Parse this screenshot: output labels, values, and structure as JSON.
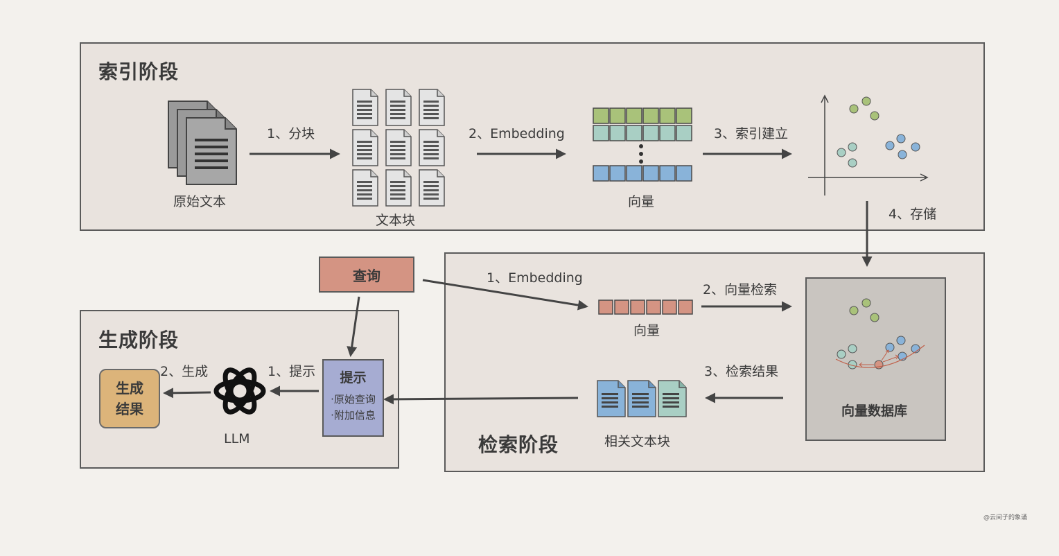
{
  "indexing": {
    "title": "索引阶段",
    "raw_text_label": "原始文本",
    "step1": "1、分块",
    "chunks_label": "文本块",
    "step2": "2、Embedding",
    "vector_label": "向量",
    "step3": "3、索引建立",
    "step4": "4、存储"
  },
  "retrieval": {
    "title": "检索阶段",
    "query_label": "查询",
    "step1": "1、Embedding",
    "vector_label": "向量",
    "step2": "2、向量检索",
    "step3": "3、检索结果",
    "vector_db_label": "向量数据库",
    "related_chunks_label": "相关文本块"
  },
  "generation": {
    "title": "生成阶段",
    "prompt_title": "提示",
    "prompt_item1": "·原始查询",
    "prompt_item2": "·附加信息",
    "step1": "1、提示",
    "llm_label": "LLM",
    "step2": "2、生成",
    "result_line1": "生成",
    "result_line2": "结果"
  },
  "credit": "@云间子的象诵",
  "colors": {
    "panel": "#e9e3de",
    "vector_green": "#a9c27a",
    "vector_teal": "#a9cfc4",
    "vector_blue": "#89b3d9",
    "query_red": "#d49483",
    "prompt_purple": "#a6acd2",
    "result_gold": "#dcb47a",
    "vector_db_gray": "#c9c5c0"
  },
  "icons": [
    "documents-icon",
    "text-chunk-icon",
    "scatter-plot-icon",
    "openai-logo-icon",
    "arrow-icon"
  ]
}
